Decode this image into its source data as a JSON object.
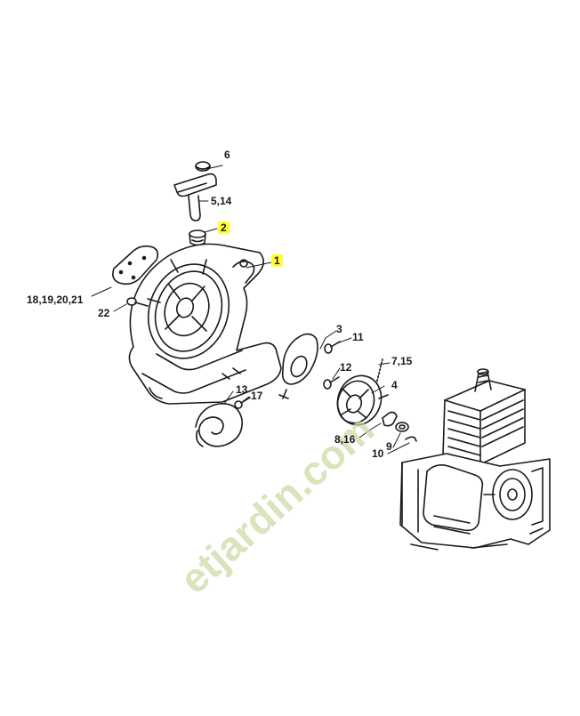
{
  "watermark": "etjardin.com",
  "colors": {
    "highlight": "#ffff33",
    "watermark": "#c8d9a0",
    "line": "#1a1a1a"
  },
  "labels": {
    "p6": "6",
    "p5_14": "5,14",
    "p2": "2",
    "p1": "1",
    "p18_21": "18,19,20,21",
    "p22": "22",
    "p3": "3",
    "p11": "11",
    "p12": "12",
    "p7_15": "7,15",
    "p4": "4",
    "p13": "13",
    "p17": "17",
    "p8_16": "8,16",
    "p9": "9",
    "p10": "10"
  }
}
